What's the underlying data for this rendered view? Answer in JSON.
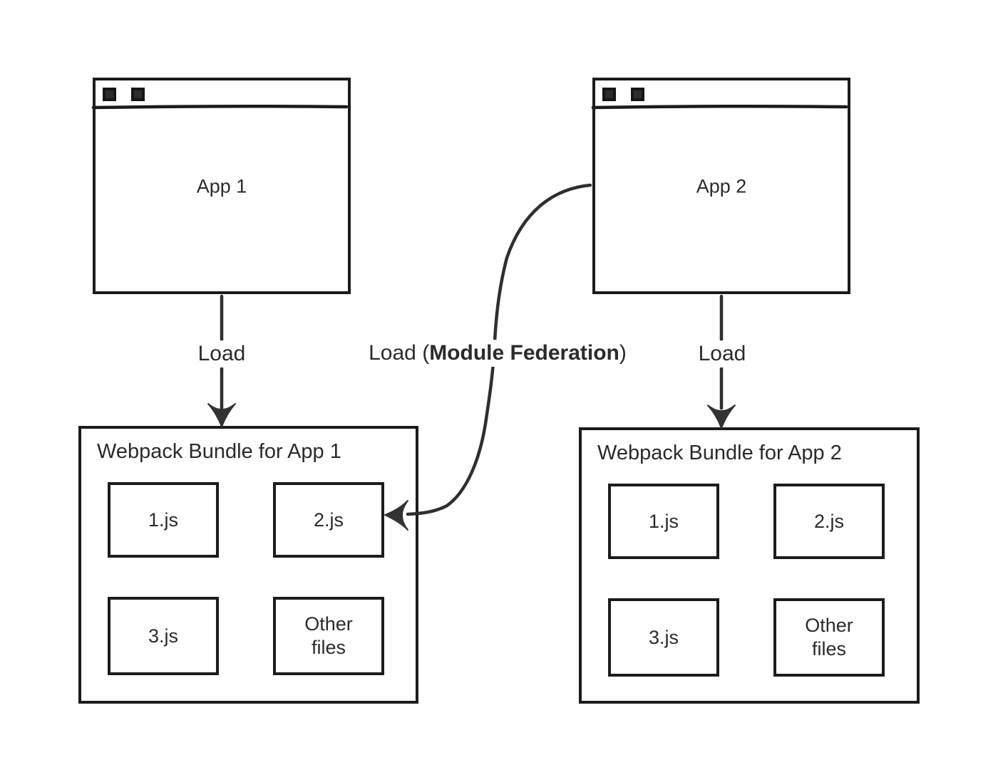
{
  "windows": {
    "app1": {
      "title": "App 1"
    },
    "app2": {
      "title": "App 2"
    }
  },
  "arrows": {
    "load_left_label": "Load",
    "load_right_label": "Load",
    "federation_label": {
      "prefix": "Load (",
      "bold": "Module Federation",
      "suffix": ")"
    }
  },
  "bundles": {
    "bundle1": {
      "title": "Webpack Bundle for App 1",
      "files": [
        "1.js",
        "2.js",
        "3.js",
        "Other files"
      ]
    },
    "bundle2": {
      "title": "Webpack Bundle for App 2",
      "files": [
        "1.js",
        "2.js",
        "3.js",
        "Other files"
      ]
    }
  },
  "colors": {
    "stroke": "#1c1c1c",
    "arrow_fill": "#333333",
    "text": "#2b2b2b",
    "background": "#ffffff"
  }
}
